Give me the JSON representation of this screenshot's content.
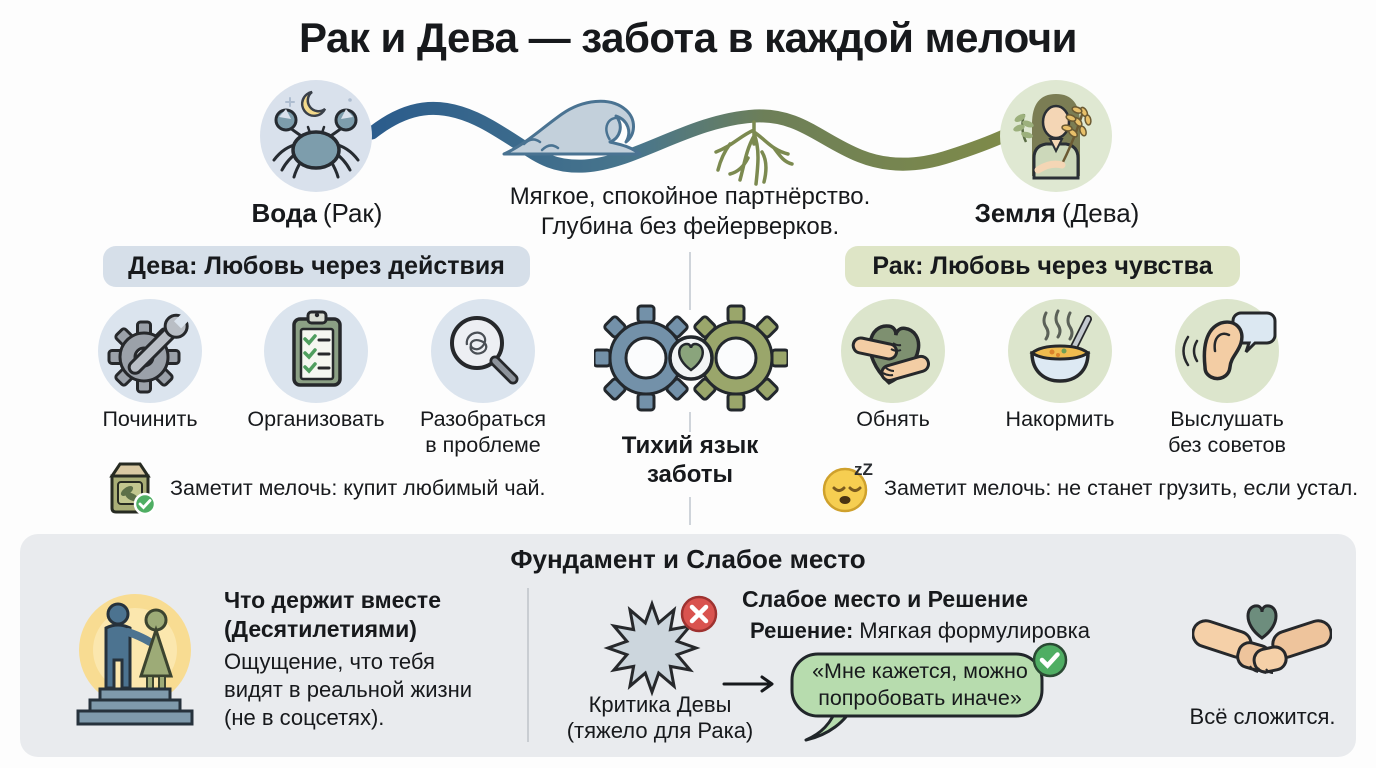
{
  "title": "Рак и Дева — забота в каждой мелочи",
  "hero": {
    "left_label_bold": "Вода",
    "left_label_rest": "(Рак)",
    "right_label_bold": "Земля",
    "right_label_rest": "(Дева)",
    "tagline_line1": "Мягкое, спокойное партнёрство.",
    "tagline_line2": "Глубина без фейерверков."
  },
  "virgo": {
    "header": "Дева: Любовь через действия",
    "items": [
      {
        "label": "Починить",
        "label2": "",
        "icon": "wrench-gear-icon"
      },
      {
        "label": "Организовать",
        "label2": "",
        "icon": "clipboard-checklist-icon"
      },
      {
        "label": "Разобраться",
        "label2": "в проблеме",
        "icon": "magnifier-tangle-icon"
      }
    ],
    "note": "Заметит мелочь: купит любимый чай.",
    "note_icon": "tea-pack-check-icon"
  },
  "cancer": {
    "header": "Рак: Любовь через чувства",
    "items": [
      {
        "label": "Обнять",
        "label2": "",
        "icon": "hug-heart-icon"
      },
      {
        "label": "Накормить",
        "label2": "",
        "icon": "soup-bowl-icon"
      },
      {
        "label": "Выслушать",
        "label2": "без советов",
        "icon": "ear-listening-icon"
      }
    ],
    "note": "Заметит мелочь: не станет грузить, если устал.",
    "note_icon": "sleepy-face-icon",
    "sleep_text": "zZ"
  },
  "center": {
    "label_line1": "Тихий язык",
    "label_line2": "заботы",
    "icon": "interlocked-gears-heart-icon"
  },
  "bottom": {
    "title": "Фундамент и Слабое место",
    "foundation": {
      "heading_line1": "Что держит вместе",
      "heading_line2": "(Десятилетиями)",
      "body_line1": "Ощущение, что тебя",
      "body_line2": "видят в реальной жизни",
      "body_line3": "(не в соцсетях).",
      "icon": "couple-statue-icon"
    },
    "weakspot": {
      "heading": "Слабое место и Решение",
      "solution_bold": "Решение:",
      "solution_rest": "Мягкая формулировка",
      "burst_caption_line1": "Критика Девы",
      "burst_caption_line2": "(тяжело для Рака)",
      "bubble_line1": "«Мне кажется, можно",
      "bubble_line2": "попробовать иначе»",
      "burst_icon": "criticism-burst-x-icon",
      "bubble_icon": "speech-bubble-check-icon"
    },
    "outcome": {
      "label": "Всё сложится.",
      "icon": "handshake-heart-icon"
    }
  },
  "colors": {
    "water_blue": "#2b5c8c",
    "earth_olive": "#7e8a49",
    "virgo_tint": "#dbe4ee",
    "cancer_tint": "#dce5cc",
    "panel_gray": "#e9ebee",
    "alert_red": "#d9534f",
    "ok_green": "#4fae63",
    "bubble_green": "#b7dcae"
  }
}
